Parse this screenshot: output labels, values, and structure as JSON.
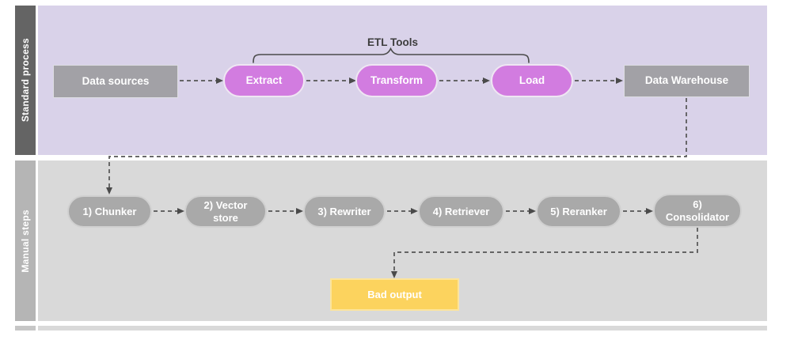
{
  "diagram": {
    "title_annotation": "ETL Tools",
    "lanes": [
      {
        "label": "Standard process",
        "nodes": [
          {
            "label": "Data sources",
            "shape": "rectangle",
            "color": "#a2a1a6"
          },
          {
            "label": "Extract",
            "shape": "pill",
            "color": "#d27ce0"
          },
          {
            "label": "Transform",
            "shape": "pill",
            "color": "#d27ce0"
          },
          {
            "label": "Load",
            "shape": "pill",
            "color": "#d27ce0"
          },
          {
            "label": "Data Warehouse",
            "shape": "rectangle",
            "color": "#a2a1a6"
          }
        ]
      },
      {
        "label": "Manual steps",
        "nodes": [
          {
            "label": "1) Chunker",
            "shape": "pill",
            "color": "#a9a9a9"
          },
          {
            "label": "2) Vector store",
            "shape": "pill",
            "color": "#a9a9a9"
          },
          {
            "label": "3) Rewriter",
            "shape": "pill",
            "color": "#a9a9a9"
          },
          {
            "label": "4) Retriever",
            "shape": "pill",
            "color": "#a9a9a9"
          },
          {
            "label": "5) Reranker",
            "shape": "pill",
            "color": "#a9a9a9"
          },
          {
            "label": "6) Consolidator",
            "shape": "pill",
            "color": "#a9a9a9"
          },
          {
            "label": "Bad output",
            "shape": "rectangle",
            "color": "#fcd35e"
          }
        ]
      }
    ],
    "colors": {
      "lane1_background": "#d9d2e9",
      "lane1_label_bar": "#646464",
      "lane2_background": "#d9d9d9",
      "lane2_label_bar": "#b5b5b5",
      "etl_pill": "#d27ce0",
      "gray_node": "#a2a1a6",
      "bad_output": "#fcd35e",
      "connector": "#545454",
      "node_text": "#ffffff"
    }
  }
}
